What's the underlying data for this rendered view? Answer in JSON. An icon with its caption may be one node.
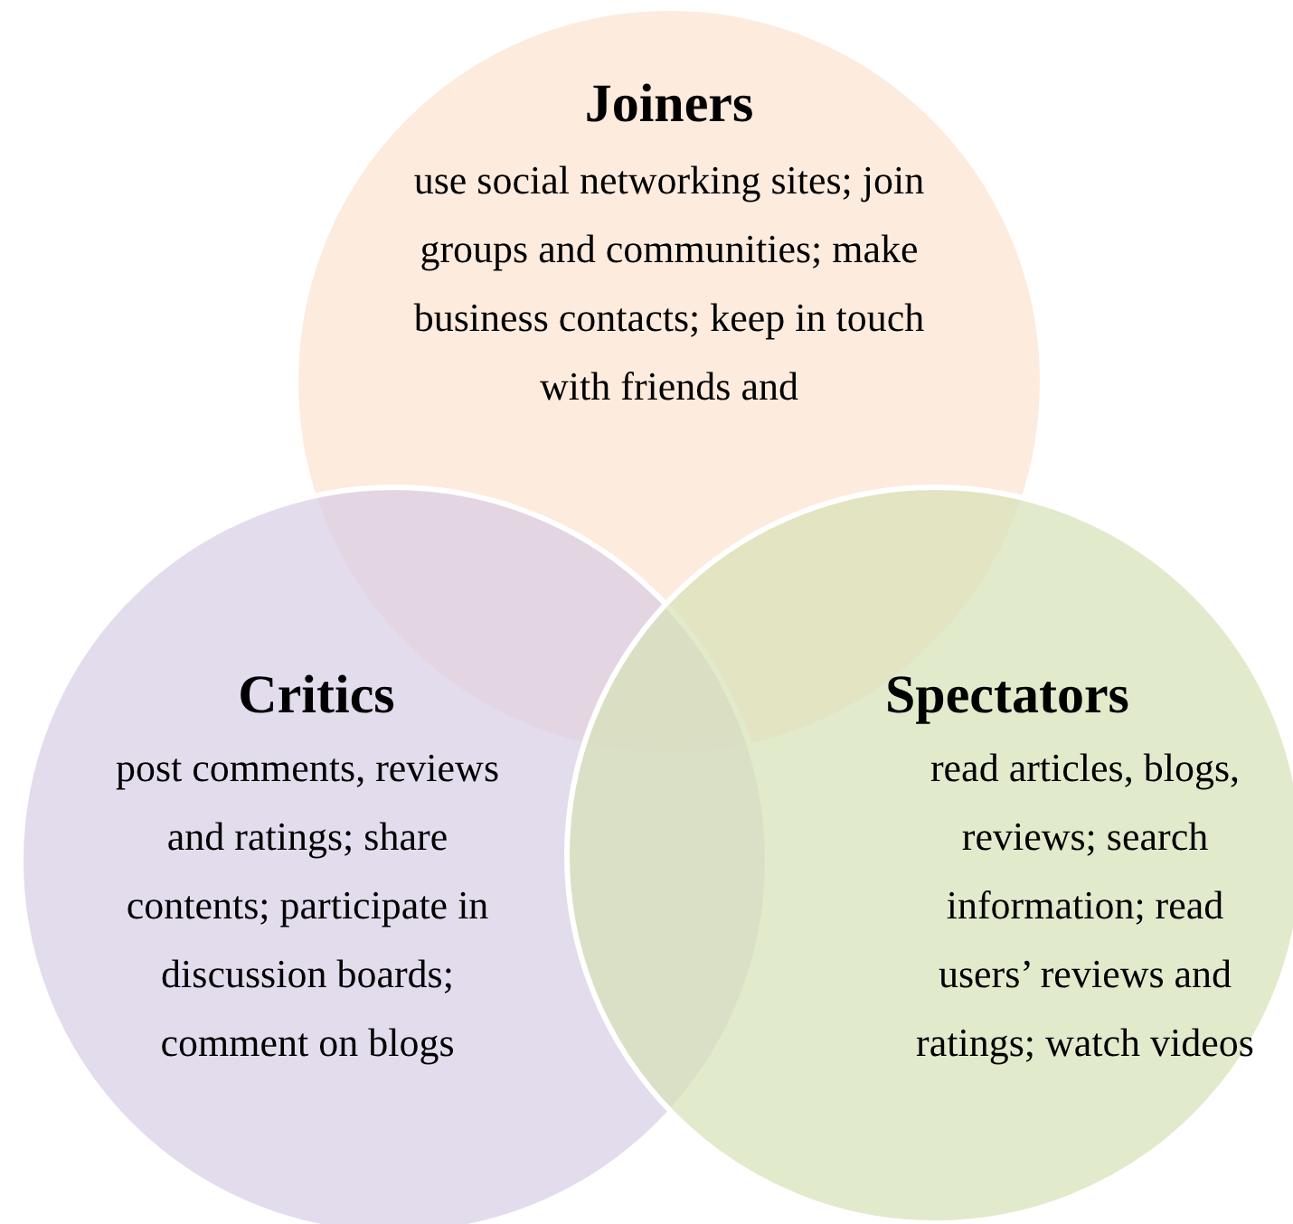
{
  "diagram": {
    "nodes": [
      {
        "text": [
          "Joiners",
          "use social networking sites; join groups and communities; make business contacts; keep in touch with friends and"
        ]
      },
      {
        "text": [
          "Critics",
          "post comments, reviews and ratings; share contents; participate in discussion boards; comment on blogs"
        ]
      },
      {
        "text": [
          "Spectators",
          "read articles, blogs, reviews; search information; read users’ reviews and ratings; watch videos"
        ]
      }
    ]
  }
}
